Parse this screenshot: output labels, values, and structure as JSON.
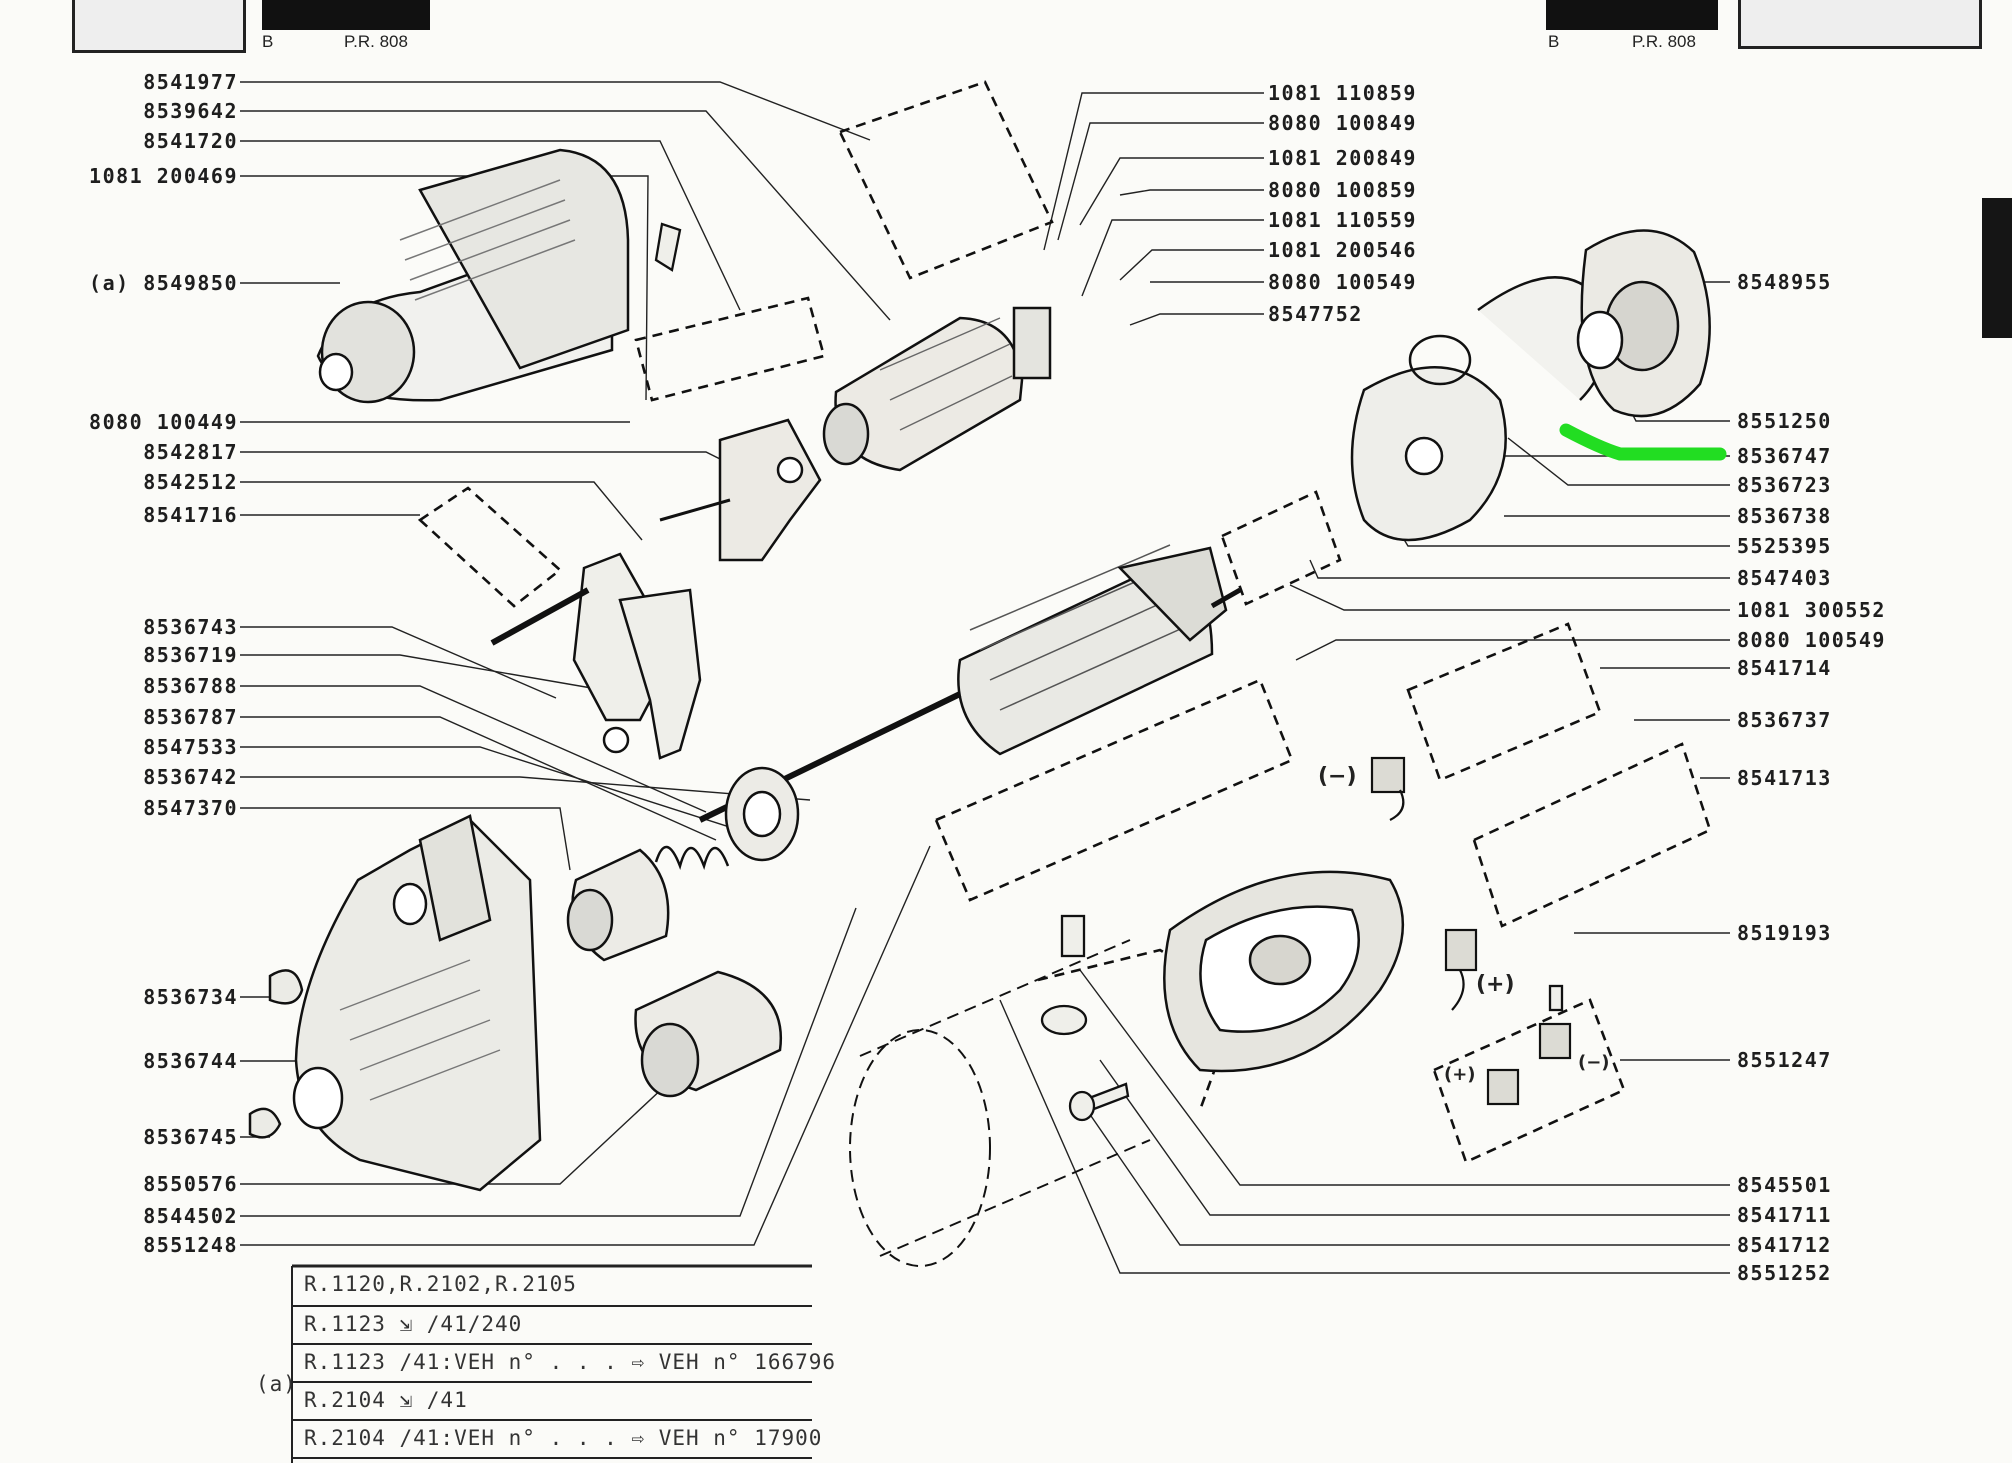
{
  "header": {
    "left": {
      "letter": "B",
      "ref": "P.R. 808"
    },
    "right": {
      "letter": "B",
      "ref": "P.R. 808"
    }
  },
  "labels": {
    "left": [
      "8541977",
      "8539642",
      "8541720",
      "1081 200469",
      "(a) 8549850",
      "8080 100449",
      "8542817",
      "8542512",
      "8541716",
      "8536743",
      "8536719",
      "8536788",
      "8536787",
      "8547533",
      "8536742",
      "8547370",
      "8536734",
      "8536744",
      "8536745",
      "8550576",
      "8544502",
      "8551248"
    ],
    "top_center": [
      "1081 110859",
      "8080 100849",
      "1081 200849",
      "8080 100859",
      "1081 110559",
      "1081 200546",
      "8080 100549",
      "8547752"
    ],
    "right": [
      "8548955",
      "8551250",
      "8536747",
      "8536723",
      "8536738",
      "5525395",
      "8547403",
      "1081 300552",
      "8080 100549",
      "8541714",
      "8536737",
      "8541713",
      "8519193",
      "8551247",
      "8545501",
      "8541711",
      "8541712",
      "8551252"
    ]
  },
  "polarity_marks": {
    "neg_left": "(−)",
    "pos_mid": "(+)",
    "pos_box": "(+)",
    "neg_box": "(−)"
  },
  "notes": {
    "marker": "(a)",
    "rows": [
      "R.1120,R.2102,R.2105",
      "R.1123 ⇲ /41/240",
      "R.1123   /41:VEH n° . . . ⇨ VEH n° 166796",
      "R.2104 ⇲ /41",
      "R.2104   /41:VEH n° . . . ⇨ VEH n° 17900"
    ]
  },
  "highlight_color": "#22dd22"
}
